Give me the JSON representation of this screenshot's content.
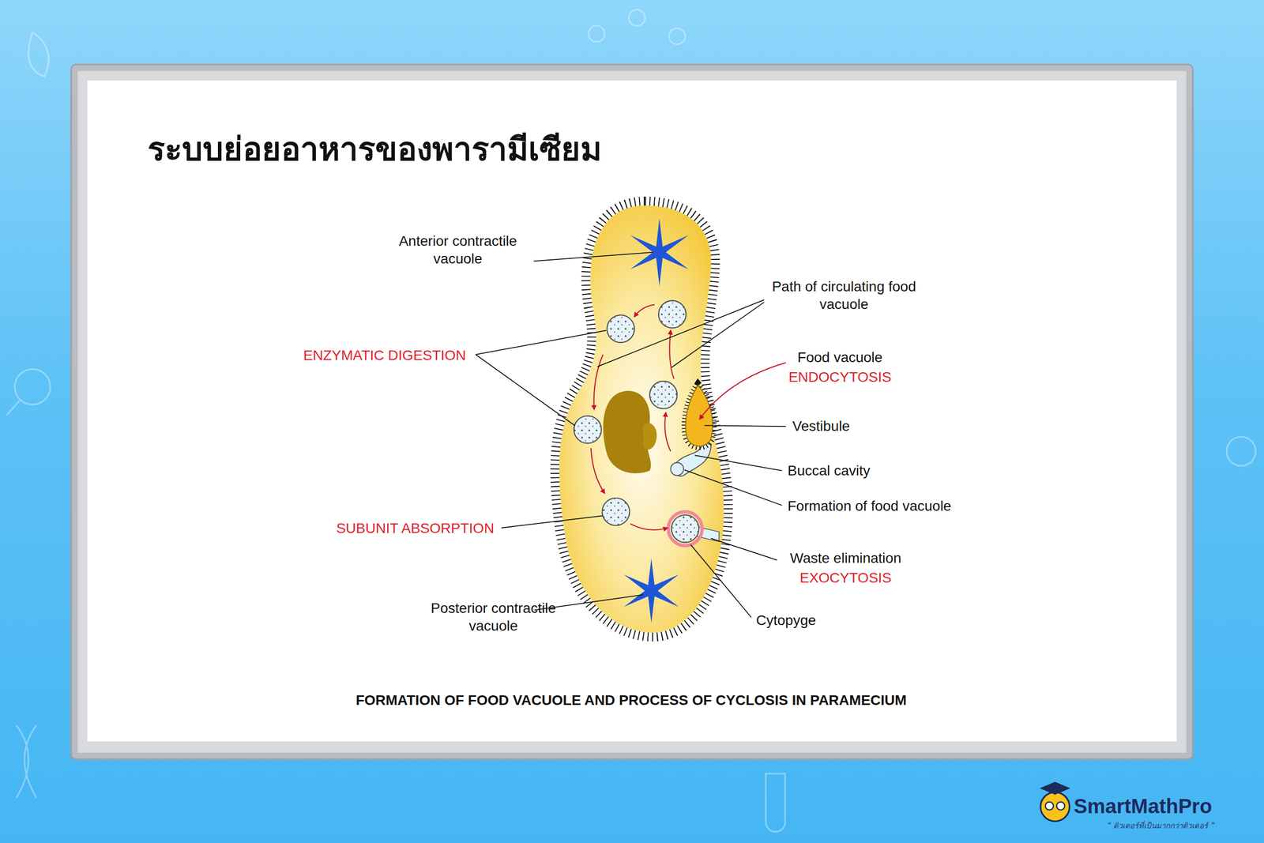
{
  "diagram": {
    "title": "ระบบย่อยอาหารของพารามีเซียม",
    "caption": "FORMATION OF FOOD VACUOLE AND PROCESS OF CYCLOSIS IN PARAMECIUM",
    "labels": [
      "Anterior contractile vacuole",
      "Path of circulating food vacuole",
      "ENZYMATIC DIGESTION",
      "Food vacuole",
      "ENDOCYTOSIS",
      "Vestibule",
      "Buccal cavity",
      "Formation of food vacuole",
      "SUBUNIT ABSORPTION",
      "Waste elimination",
      "EXOCYTOSIS",
      "Posterior contractile vacuole",
      "Cytopyge",
      "SmartMathPro",
      "“ ติวเตอร์ที่เป็นมากกว่าติวเตอร์ ”"
    ]
  }
}
